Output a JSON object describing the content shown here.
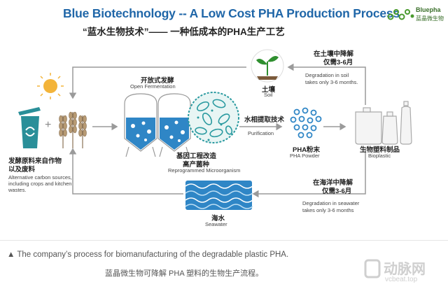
{
  "title": {
    "en": "Blue Biotechnology -- A Low Cost PHA Production Process",
    "cn": "“蓝水生物技术”—— 一种低成本的PHA生产工艺"
  },
  "logo": {
    "name": "Bluepha",
    "sub": "蓝晶微生物"
  },
  "nodes": {
    "feedstock": {
      "cn_line1": "发酵原料来自作物",
      "cn_line2": "以及废料",
      "en_line1": "Alternative carbon sources,",
      "en_line2": "including crops and kitchen",
      "en_line3": "wastes."
    },
    "fermentation": {
      "cn": "开放式发酵",
      "en": "Open Fermentation"
    },
    "microorganism": {
      "cn_line1": "基因工程改造",
      "cn_line2": "高产菌种",
      "en": "Reprogrammed Microorganism"
    },
    "purification": {
      "cn": "水相提取技术",
      "en": "Purification"
    },
    "powder": {
      "cn": "PHA粉末",
      "en": "PHA Powder"
    },
    "bioplastic": {
      "cn": "生物塑料制品",
      "en": "Bioplastic"
    },
    "soil": {
      "cn": "土壤",
      "en": "Soil"
    },
    "seawater": {
      "cn": "海水",
      "en": "Seawater"
    }
  },
  "degradation": {
    "soil": {
      "cn_line1": "在土壤中降解",
      "cn_line2": "仅需3-6月",
      "en_line1": "Degradation in soil",
      "en_line2": "takes only 3-6 months."
    },
    "sea": {
      "cn_line1": "在海洋中降解",
      "cn_line2": "仅需3-6月",
      "en_line1": "Degradation in seawater",
      "en_line2": "takes only 3-6 months"
    }
  },
  "symbols": {
    "plus": "+"
  },
  "caption": {
    "en": "▲ The company’s process for biomanufacturing of the degradable plastic PHA.",
    "cn": "蓝晶微生物可降解 PHA 塑料的生物生产流程。"
  },
  "watermark": {
    "main": "动脉网",
    "sub": "vcbeat.top"
  },
  "colors": {
    "title_blue": "#1f66a8",
    "logo_green": "#4a9a2e",
    "tank_blue": "#2f86c6",
    "arrow_gray": "#9a9a9a",
    "sun": "#f3b43a",
    "microbe_teal": "#2a9aa0"
  }
}
